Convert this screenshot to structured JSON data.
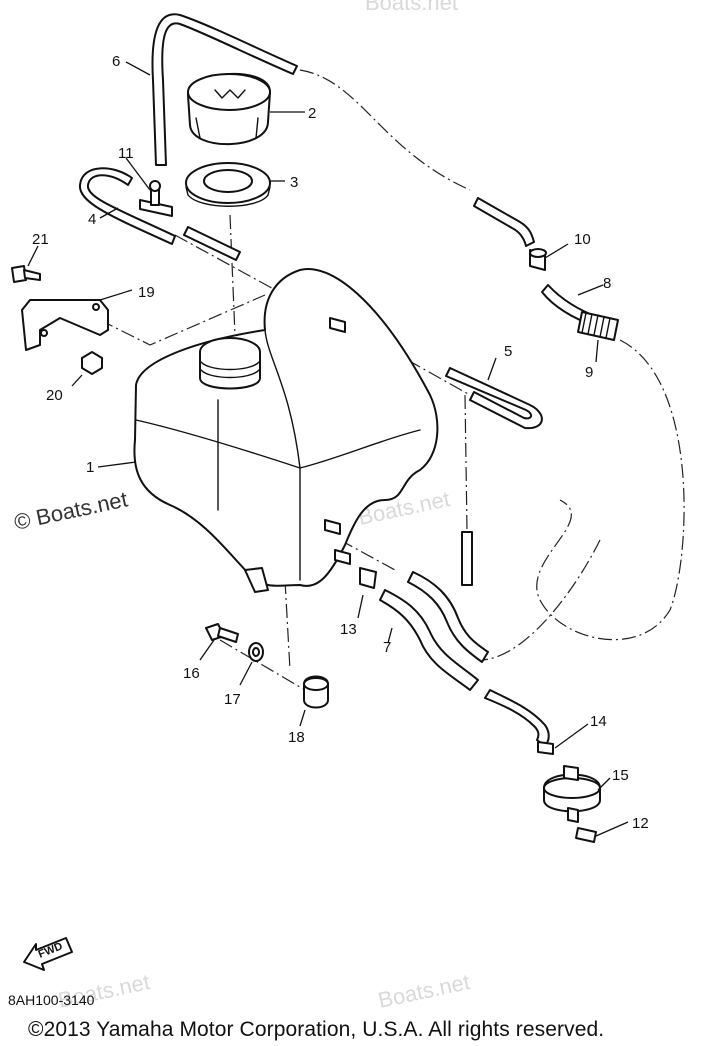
{
  "watermark": {
    "text": "© Boats.net",
    "faint": "Boats.net"
  },
  "fwd_label": "FWD",
  "catalog_code": "8AH100-3140",
  "copyright": "©2013 Yamaha Motor Corporation, U.S.A. All rights reserved.",
  "callouts": [
    "1",
    "2",
    "3",
    "4",
    "5",
    "6",
    "7",
    "8",
    "9",
    "10",
    "11",
    "12",
    "13",
    "14",
    "15",
    "16",
    "17",
    "18",
    "19",
    "20",
    "21"
  ]
}
